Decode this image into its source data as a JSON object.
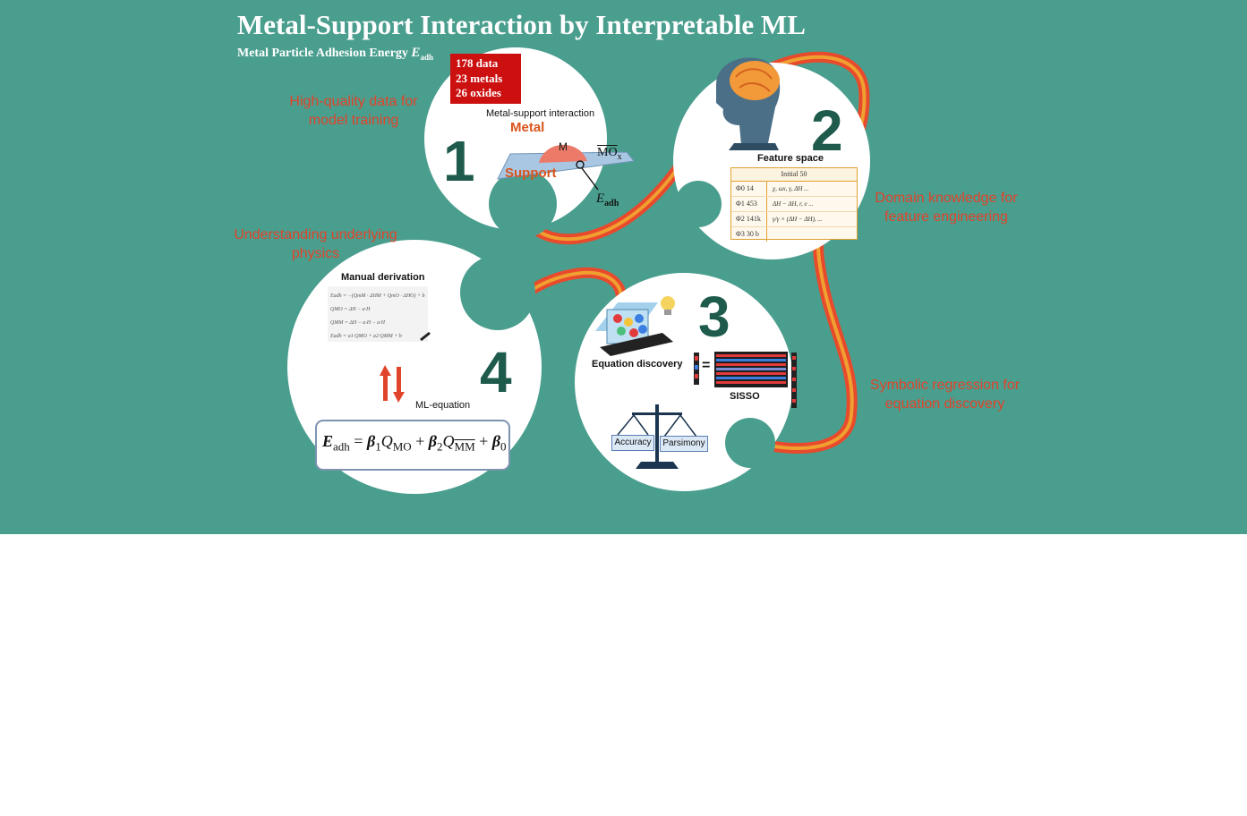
{
  "title": "Metal-Support Interaction by Interpretable ML",
  "subtitle": {
    "text": "Metal Particle Adhesion Energy",
    "symbol": "E",
    "sub": "adh"
  },
  "stats": {
    "data": "178 data",
    "metals": "23 metals",
    "oxides": "26 oxides"
  },
  "notes": {
    "data_l1": "High-quality data for",
    "data_l2": "model training",
    "domain_l1": "Domain knowledge for",
    "domain_l2": "feature engineering",
    "physics_l1": "Understanding underlying",
    "physics_l2": "physics",
    "symbolic_l1": "Symbolic regression for",
    "symbolic_l2": "equation discovery"
  },
  "step1": {
    "number": "1",
    "caption": "Metal-support interaction",
    "metal": "Metal",
    "particle": "M",
    "oxide": "MO",
    "oxide_sub": "x",
    "support": "Support",
    "energy": "E",
    "energy_sub": "adh"
  },
  "step2": {
    "number": "2",
    "caption": "Feature space",
    "table_head": "Initial 50",
    "rows": [
      {
        "phi": "Φ0 14",
        "expr": "χ, ωx, γ, ΔH ..."
      },
      {
        "phi": "Φ1 453",
        "expr": "ΔH − ΔH, r, e ..."
      },
      {
        "phi": "Φ2 141k",
        "expr": "γ/γ × (ΔH − ΔH), ..."
      },
      {
        "phi": "Φ3 30 b",
        "expr": ""
      }
    ]
  },
  "step3": {
    "number": "3",
    "caption": "Equation discovery",
    "sisso": "SISSO",
    "equals": "=",
    "accuracy": "Accuracy",
    "parsimony": "Parsimony"
  },
  "step4": {
    "number": "4",
    "caption_top": "Manual derivation",
    "caption_ml": "ML-equation",
    "equation": {
      "lhs": "E",
      "lhs_sub": "adh",
      "b1": "β",
      "b1_sub": "1",
      "q1": "Q",
      "q1_sub": "MO",
      "b2": "β",
      "b2_sub": "2",
      "q2": "Q",
      "q2_sub": "MM",
      "b0": "β",
      "b0_sub": "0"
    },
    "notes_lines": [
      "Eadh = −(QmM · ΔHM + QmO · ΔHO) + b",
      "QMO = ΔH − a·H",
      "QMM = ΔH − a·H − a·H",
      "Eadh = a1·QMO + a2·QMM + b"
    ]
  },
  "colors": {
    "background": "#4a9e8e",
    "accent_red": "#e0442a",
    "number": "#1f5b4d",
    "badge": "#cc1010"
  }
}
